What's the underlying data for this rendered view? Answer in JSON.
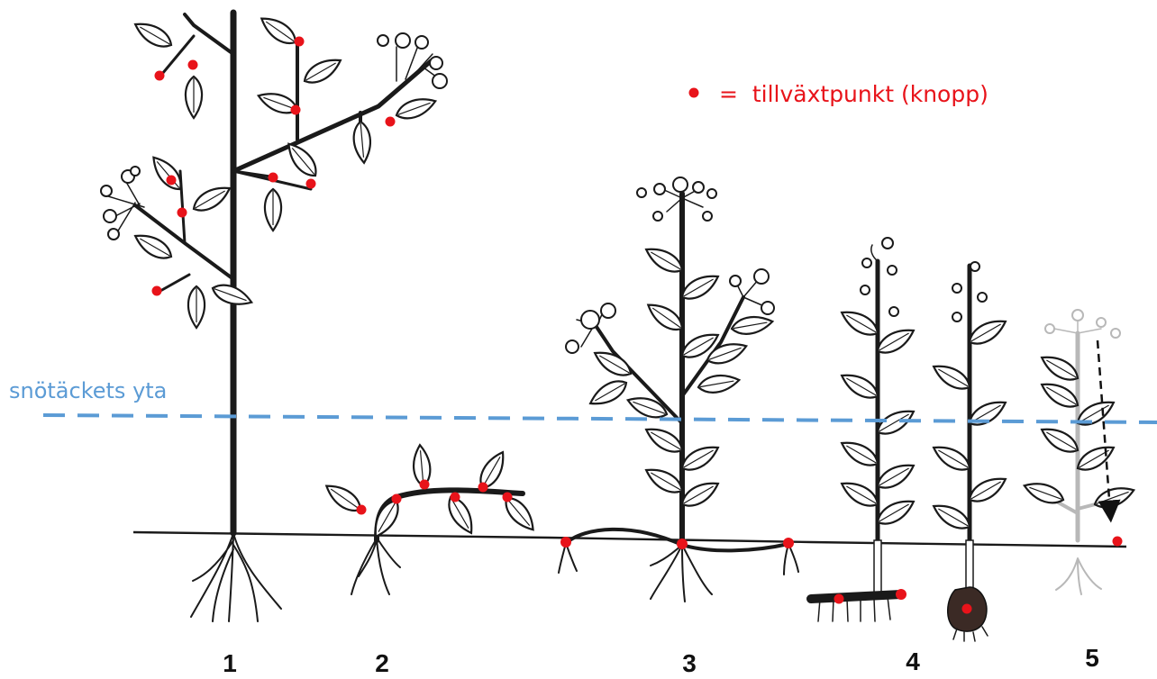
{
  "legend": {
    "bullet": "•",
    "text": "=  tillväxtpunkt (knopp)"
  },
  "snow_line": {
    "label": "snötäckets  yta"
  },
  "plants": [
    {
      "number": "1"
    },
    {
      "number": "2"
    },
    {
      "number": "3"
    },
    {
      "number": "4"
    },
    {
      "number": "5"
    }
  ],
  "colors": {
    "bud": "#e8131a",
    "snow": "#5b9bd5",
    "ink": "#1a1a1a",
    "ghost": "#b8b8b8"
  }
}
